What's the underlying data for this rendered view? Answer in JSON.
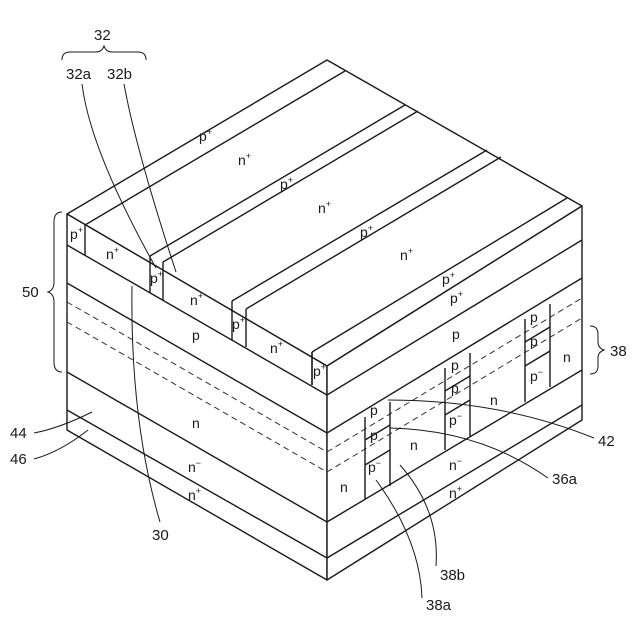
{
  "labels": {
    "p_plus": "p",
    "n_plus": "n",
    "p": "p",
    "n": "n",
    "p_minus": "p",
    "n_minus": "n",
    "sup_plus": "+",
    "sup_minus": "−"
  },
  "refs": {
    "r32": "32",
    "r32a": "32a",
    "r32b": "32b",
    "r50": "50",
    "r44": "44",
    "r46": "46",
    "r30": "30",
    "r38": "38",
    "r42": "42",
    "r36a": "36a",
    "r38b": "38b",
    "r38a": "38a"
  }
}
